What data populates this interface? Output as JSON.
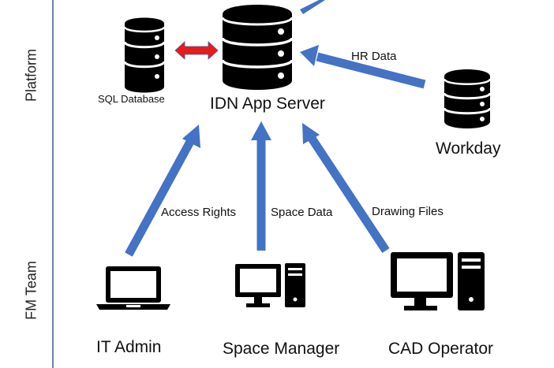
{
  "lanes": {
    "platform": "Platform",
    "fm_team": "FM Team"
  },
  "nodes": {
    "sql_database": "SQL Database",
    "app_server": "IDN App Server",
    "workday": "Workday",
    "it_admin": "IT Admin",
    "space_manager": "Space Manager",
    "cad_operator": "CAD Operator"
  },
  "edges": {
    "hr_data": "HR Data",
    "access_rights": "Access Rights",
    "space_data": "Space Data",
    "drawing_files": "Drawing Files"
  },
  "icons": {
    "sql_database": "database-icon",
    "app_server": "database-icon",
    "workday": "database-icon",
    "it_admin": "laptop-icon",
    "space_manager": "desktop-computer-icon",
    "cad_operator": "desktop-computer-icon"
  },
  "colors": {
    "arrow_blue": "#4472C4",
    "sync_red": "#E81C1C",
    "icon_black": "#000000",
    "lane_line": "#3B5998"
  }
}
